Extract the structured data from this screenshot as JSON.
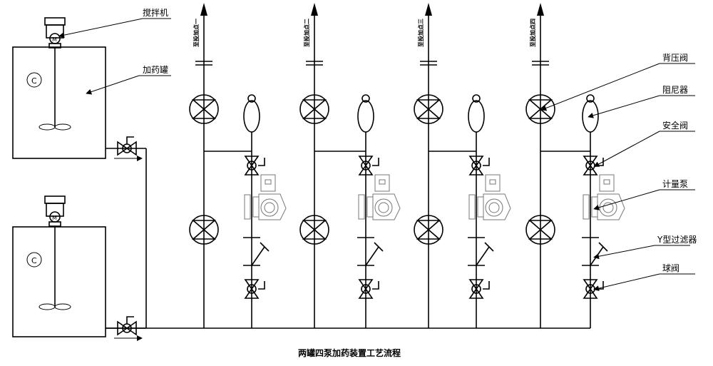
{
  "title": "两罐四泵加药装置工艺流程",
  "tank_labels": {
    "mixer": "搅拌机",
    "tank": "加药罐",
    "motor_mark": "M",
    "tank_mark": "C"
  },
  "branches": [
    {
      "destination": "至投加点一"
    },
    {
      "destination": "至投加点二"
    },
    {
      "destination": "至投加点三"
    },
    {
      "destination": "至投加点四"
    }
  ],
  "legend": [
    {
      "label": "背压阀"
    },
    {
      "label": "阻尼器"
    },
    {
      "label": "安全阀"
    },
    {
      "label": "计量泵"
    },
    {
      "label": "Y型过滤器"
    },
    {
      "label": "球阀"
    }
  ]
}
